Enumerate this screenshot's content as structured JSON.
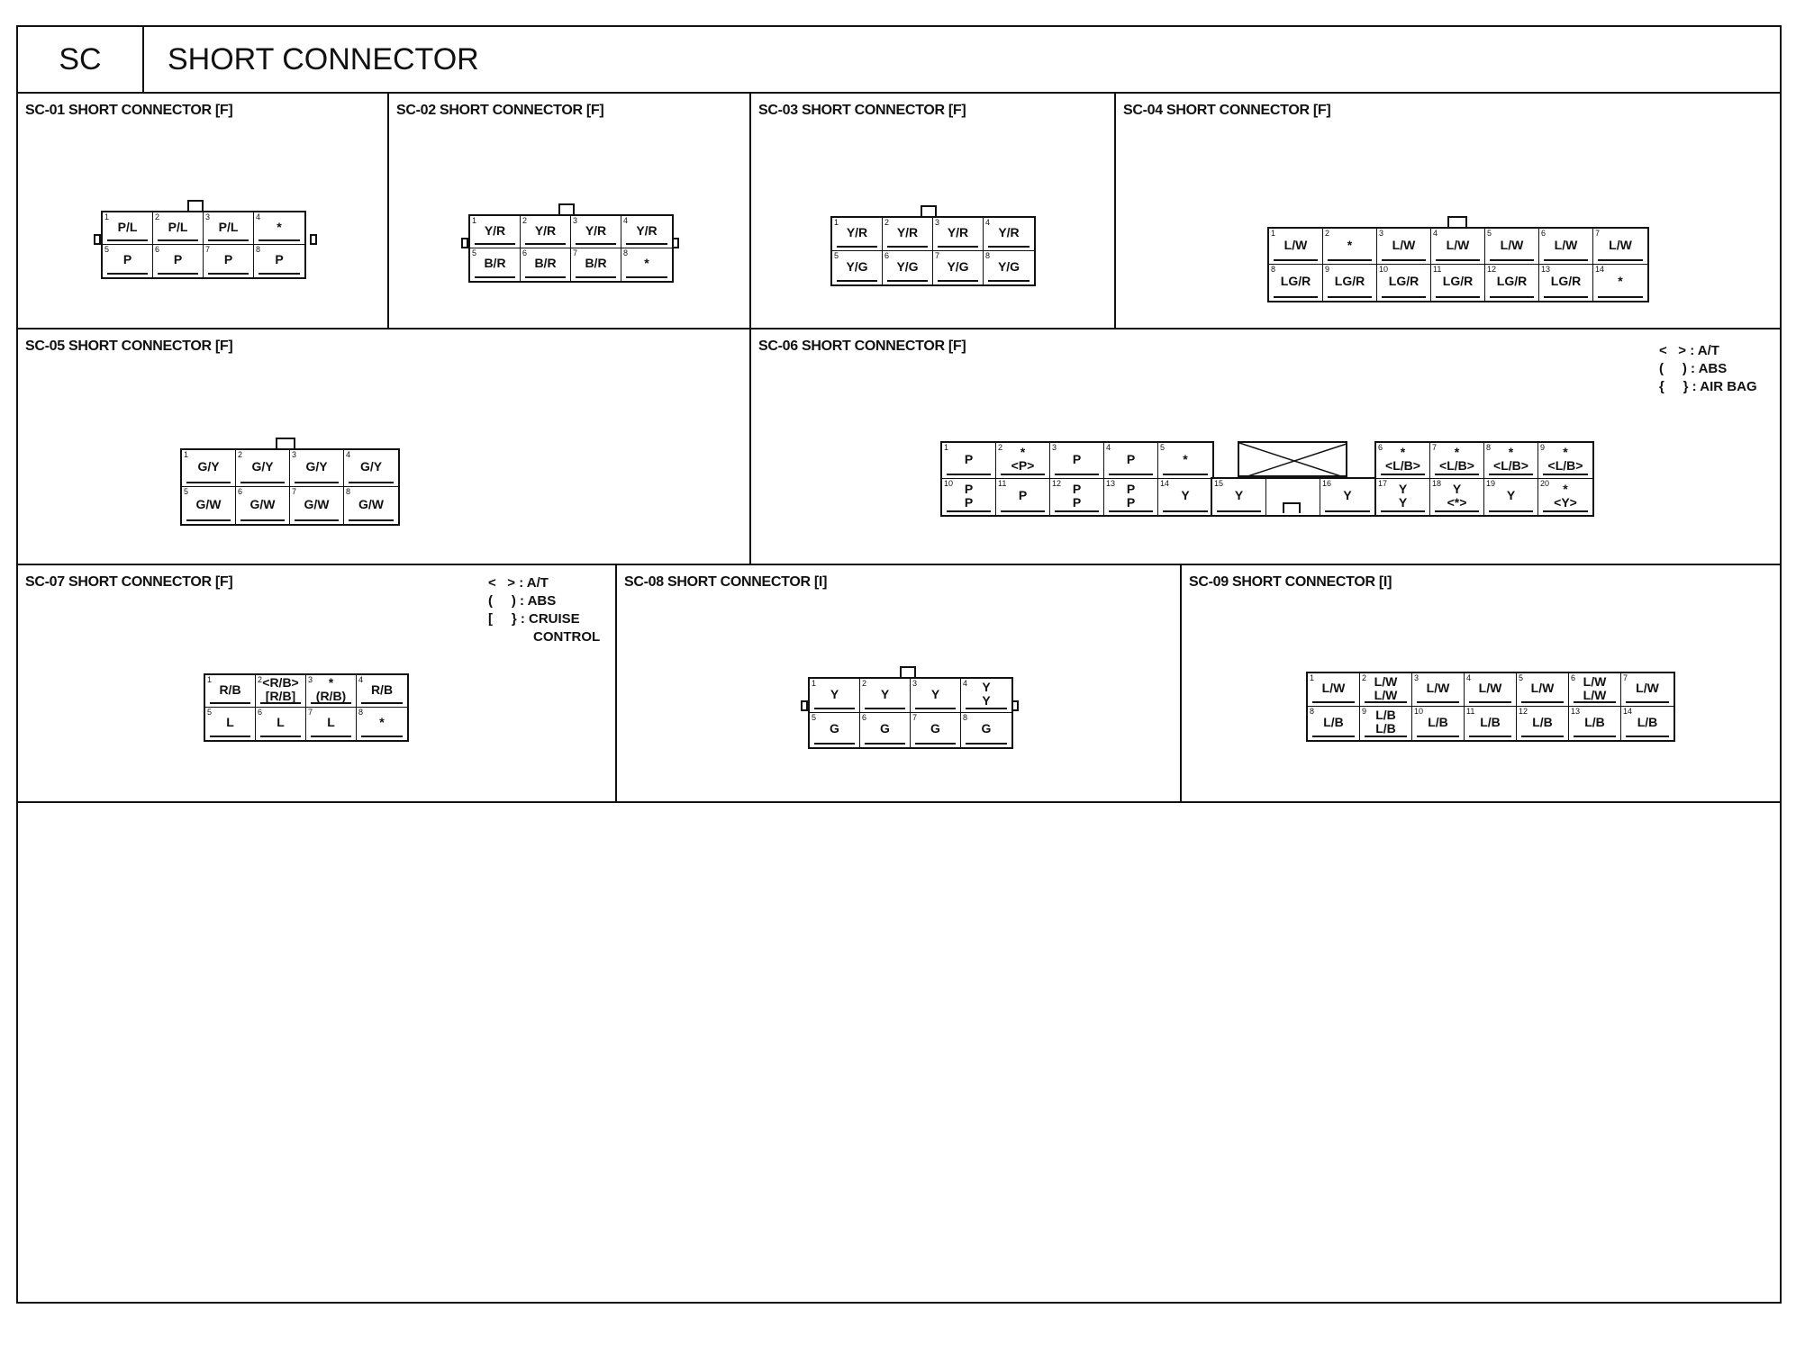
{
  "header": {
    "code": "SC",
    "title": "SHORT CONNECTOR"
  },
  "panels": {
    "sc01": {
      "title": "SC-01 SHORT CONNECTOR [F]",
      "pins": [
        {
          "n": "1",
          "t": [
            "P/L"
          ]
        },
        {
          "n": "2",
          "t": [
            "P/L"
          ]
        },
        {
          "n": "3",
          "t": [
            "P/L"
          ]
        },
        {
          "n": "4",
          "t": [
            "*"
          ]
        },
        {
          "n": "5",
          "t": [
            "P"
          ]
        },
        {
          "n": "6",
          "t": [
            "P"
          ]
        },
        {
          "n": "7",
          "t": [
            "P"
          ]
        },
        {
          "n": "8",
          "t": [
            "P"
          ]
        }
      ]
    },
    "sc02": {
      "title": "SC-02 SHORT CONNECTOR [F]",
      "pins": [
        {
          "n": "1",
          "t": [
            "Y/R"
          ]
        },
        {
          "n": "2",
          "t": [
            "Y/R"
          ]
        },
        {
          "n": "3",
          "t": [
            "Y/R"
          ]
        },
        {
          "n": "4",
          "t": [
            "Y/R"
          ]
        },
        {
          "n": "5",
          "t": [
            "B/R"
          ]
        },
        {
          "n": "6",
          "t": [
            "B/R"
          ]
        },
        {
          "n": "7",
          "t": [
            "B/R"
          ]
        },
        {
          "n": "8",
          "t": [
            "*"
          ]
        }
      ]
    },
    "sc03": {
      "title": "SC-03 SHORT CONNECTOR [F]",
      "pins": [
        {
          "n": "1",
          "t": [
            "Y/R"
          ]
        },
        {
          "n": "2",
          "t": [
            "Y/R"
          ]
        },
        {
          "n": "3",
          "t": [
            "Y/R"
          ]
        },
        {
          "n": "4",
          "t": [
            "Y/R"
          ]
        },
        {
          "n": "5",
          "t": [
            "Y/G"
          ]
        },
        {
          "n": "6",
          "t": [
            "Y/G"
          ]
        },
        {
          "n": "7",
          "t": [
            "Y/G"
          ]
        },
        {
          "n": "8",
          "t": [
            "Y/G"
          ]
        }
      ]
    },
    "sc04": {
      "title": "SC-04 SHORT CONNECTOR [F]",
      "pins": [
        {
          "n": "1",
          "t": [
            "L/W"
          ]
        },
        {
          "n": "2",
          "t": [
            "*"
          ]
        },
        {
          "n": "3",
          "t": [
            "L/W"
          ]
        },
        {
          "n": "4",
          "t": [
            "L/W"
          ]
        },
        {
          "n": "5",
          "t": [
            "L/W"
          ]
        },
        {
          "n": "6",
          "t": [
            "L/W"
          ]
        },
        {
          "n": "7",
          "t": [
            "L/W"
          ]
        },
        {
          "n": "8",
          "t": [
            "LG/R"
          ]
        },
        {
          "n": "9",
          "t": [
            "LG/R"
          ]
        },
        {
          "n": "10",
          "t": [
            "LG/R"
          ]
        },
        {
          "n": "11",
          "t": [
            "LG/R"
          ]
        },
        {
          "n": "12",
          "t": [
            "LG/R"
          ]
        },
        {
          "n": "13",
          "t": [
            "LG/R"
          ]
        },
        {
          "n": "14",
          "t": [
            "*"
          ]
        }
      ]
    },
    "sc05": {
      "title": "SC-05 SHORT CONNECTOR [F]",
      "pins": [
        {
          "n": "1",
          "t": [
            "G/Y"
          ]
        },
        {
          "n": "2",
          "t": [
            "G/Y"
          ]
        },
        {
          "n": "3",
          "t": [
            "G/Y"
          ]
        },
        {
          "n": "4",
          "t": [
            "G/Y"
          ]
        },
        {
          "n": "5",
          "t": [
            "G/W"
          ]
        },
        {
          "n": "6",
          "t": [
            "G/W"
          ]
        },
        {
          "n": "7",
          "t": [
            "G/W"
          ]
        },
        {
          "n": "8",
          "t": [
            "G/W"
          ]
        }
      ]
    },
    "sc06": {
      "title": "SC-06 SHORT CONNECTOR [F]",
      "legend": [
        "<   > : A/T",
        "(     ) : ABS",
        "{     } : AIR BAG"
      ],
      "left_pins": [
        {
          "n": "1",
          "t": [
            "P"
          ]
        },
        {
          "n": "2",
          "t": [
            "*",
            "<P>"
          ]
        },
        {
          "n": "3",
          "t": [
            "P"
          ]
        },
        {
          "n": "4",
          "t": [
            "P"
          ]
        },
        {
          "n": "5",
          "t": [
            "*"
          ]
        },
        {
          "n": "10",
          "t": [
            "P",
            "P"
          ]
        },
        {
          "n": "11",
          "t": [
            "P"
          ]
        },
        {
          "n": "12",
          "t": [
            "P",
            "P"
          ]
        },
        {
          "n": "13",
          "t": [
            "P",
            "P"
          ]
        },
        {
          "n": "14",
          "t": [
            "Y"
          ]
        }
      ],
      "mid_pins": [
        {
          "n": "15",
          "t": [
            "Y"
          ]
        },
        {
          "n": "",
          "t": [
            ""
          ]
        },
        {
          "n": "16",
          "t": [
            "Y"
          ]
        }
      ],
      "right_pins": [
        {
          "n": "6",
          "t": [
            "*",
            "<L/B>"
          ]
        },
        {
          "n": "7",
          "t": [
            "*",
            "<L/B>"
          ]
        },
        {
          "n": "8",
          "t": [
            "*",
            "<L/B>"
          ]
        },
        {
          "n": "9",
          "t": [
            "*",
            "<L/B>"
          ]
        },
        {
          "n": "17",
          "t": [
            "Y",
            "Y"
          ]
        },
        {
          "n": "18",
          "t": [
            "Y",
            "<*>"
          ]
        },
        {
          "n": "19",
          "t": [
            "Y"
          ]
        },
        {
          "n": "20",
          "t": [
            "*",
            "<Y>"
          ]
        }
      ]
    },
    "sc07": {
      "title": "SC-07 SHORT CONNECTOR [F]",
      "legend": [
        "<   > : A/T",
        "(     ) : ABS",
        "[     } : CRUISE",
        "            CONTROL"
      ],
      "pins": [
        {
          "n": "1",
          "t": [
            "R/B"
          ]
        },
        {
          "n": "2",
          "t": [
            "<R/B>",
            "[R/B]"
          ]
        },
        {
          "n": "3",
          "t": [
            "*",
            "(R/B)"
          ]
        },
        {
          "n": "4",
          "t": [
            "R/B"
          ]
        },
        {
          "n": "5",
          "t": [
            "L"
          ]
        },
        {
          "n": "6",
          "t": [
            "L"
          ]
        },
        {
          "n": "7",
          "t": [
            "L"
          ]
        },
        {
          "n": "8",
          "t": [
            "*"
          ]
        }
      ]
    },
    "sc08": {
      "title": "SC-08 SHORT CONNECTOR [I]",
      "pins": [
        {
          "n": "1",
          "t": [
            "Y"
          ]
        },
        {
          "n": "2",
          "t": [
            "Y"
          ]
        },
        {
          "n": "3",
          "t": [
            "Y"
          ]
        },
        {
          "n": "4",
          "t": [
            "Y",
            "Y"
          ]
        },
        {
          "n": "5",
          "t": [
            "G"
          ]
        },
        {
          "n": "6",
          "t": [
            "G"
          ]
        },
        {
          "n": "7",
          "t": [
            "G"
          ]
        },
        {
          "n": "8",
          "t": [
            "G"
          ]
        }
      ]
    },
    "sc09": {
      "title": "SC-09 SHORT CONNECTOR [I]",
      "pins": [
        {
          "n": "1",
          "t": [
            "L/W"
          ]
        },
        {
          "n": "2",
          "t": [
            "L/W",
            "L/W"
          ]
        },
        {
          "n": "3",
          "t": [
            "L/W"
          ]
        },
        {
          "n": "4",
          "t": [
            "L/W"
          ]
        },
        {
          "n": "5",
          "t": [
            "L/W"
          ]
        },
        {
          "n": "6",
          "t": [
            "L/W",
            "L/W"
          ]
        },
        {
          "n": "7",
          "t": [
            "L/W"
          ]
        },
        {
          "n": "8",
          "t": [
            "L/B"
          ]
        },
        {
          "n": "9",
          "t": [
            "L/B",
            "L/B"
          ]
        },
        {
          "n": "10",
          "t": [
            "L/B"
          ]
        },
        {
          "n": "11",
          "t": [
            "L/B"
          ]
        },
        {
          "n": "12",
          "t": [
            "L/B"
          ]
        },
        {
          "n": "13",
          "t": [
            "L/B"
          ]
        },
        {
          "n": "14",
          "t": [
            "L/B"
          ]
        }
      ]
    }
  }
}
